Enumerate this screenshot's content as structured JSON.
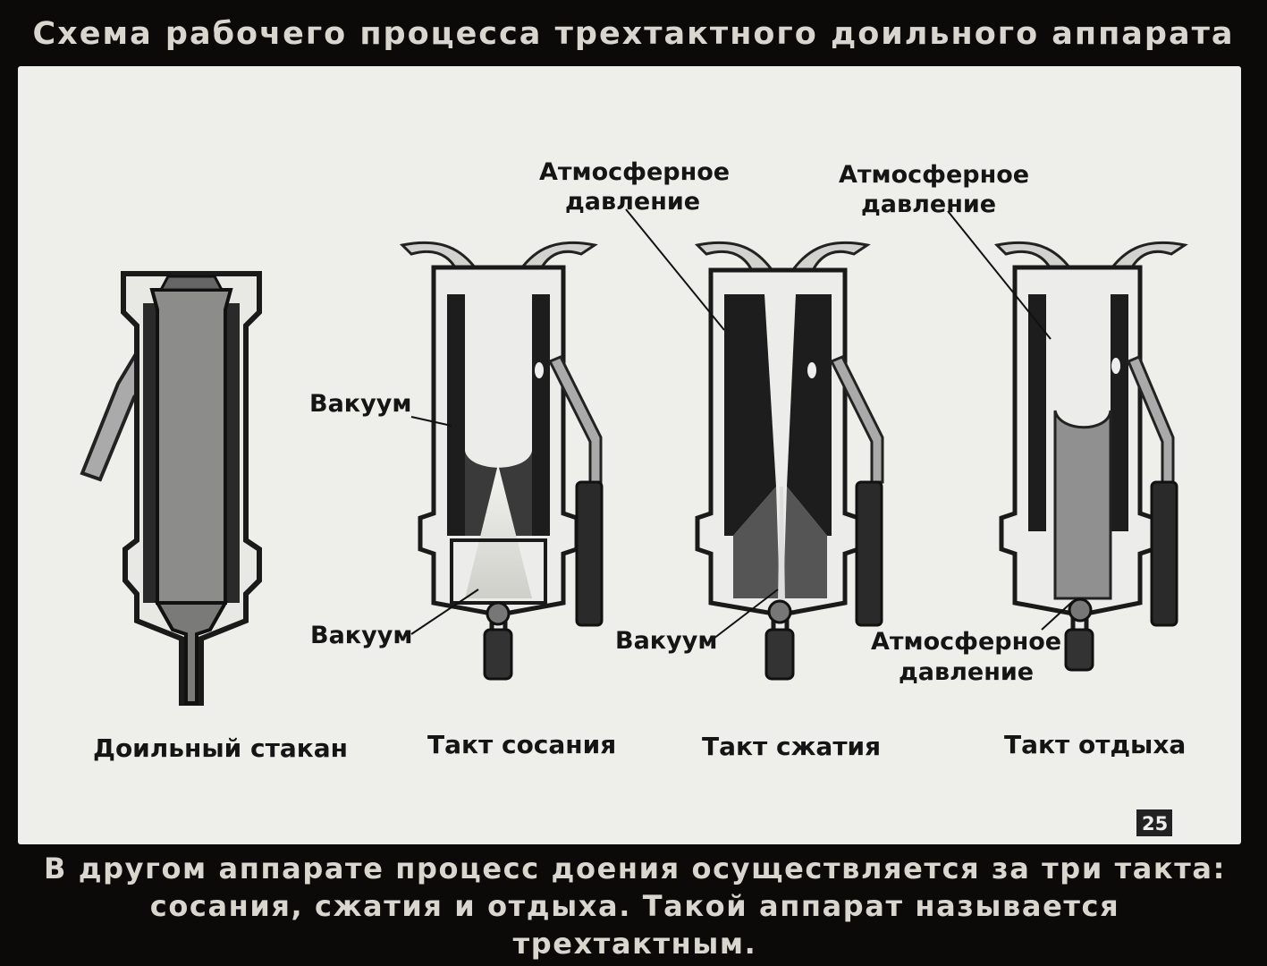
{
  "title": "Схема рабочего процесса трехтактного доильного аппарата",
  "labels": {
    "vacuum_upper": "Вакуум",
    "vacuum_lower_1": "Вакуум",
    "vacuum_lower_2": "Вакуум",
    "atm_1_line1": "Атмосферное",
    "atm_1_line2": "давление",
    "atm_2_line1": "Атмосферное",
    "atm_2_line2": "давление",
    "atm_3_line1": "Атмосферное",
    "atm_3_line2": "давление"
  },
  "subcaptions": {
    "cup": "Доильный стакан",
    "suction": "Такт сосания",
    "compression": "Такт сжатия",
    "rest": "Такт отдыха"
  },
  "page_number": "25",
  "caption": {
    "line1": "В другом аппарате процесс доения осуществляется за три такта:",
    "line2": "сосания, сжатия и отдыха. Такой аппарат называется трехтактным."
  }
}
